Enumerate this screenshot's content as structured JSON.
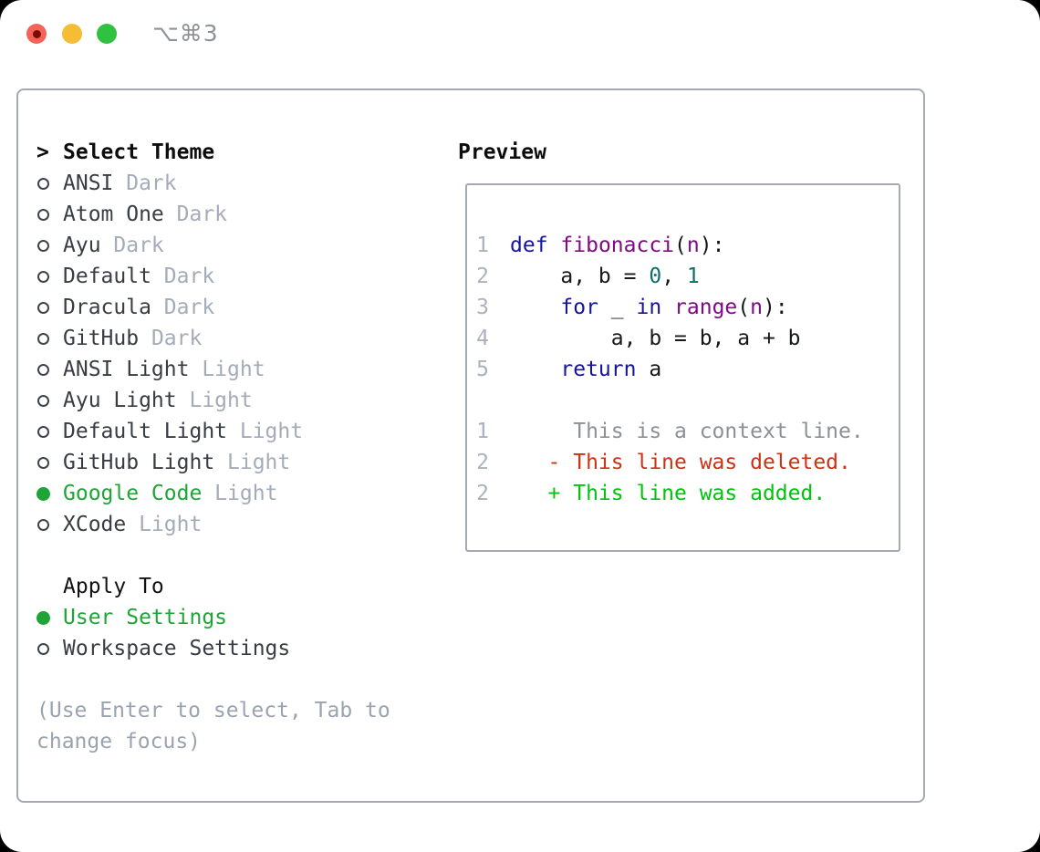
{
  "window": {
    "title": "⌥⌘3"
  },
  "theme_picker": {
    "header": {
      "marker": ">",
      "label": "Select Theme"
    },
    "items": [
      {
        "label": "ANSI",
        "tag": "Dark",
        "selected": false
      },
      {
        "label": "Atom One",
        "tag": "Dark",
        "selected": false
      },
      {
        "label": "Ayu",
        "tag": "Dark",
        "selected": false
      },
      {
        "label": "Default",
        "tag": "Dark",
        "selected": false
      },
      {
        "label": "Dracula",
        "tag": "Dark",
        "selected": false
      },
      {
        "label": "GitHub",
        "tag": "Dark",
        "selected": false
      },
      {
        "label": "ANSI Light",
        "tag": "Light",
        "selected": false
      },
      {
        "label": "Ayu Light",
        "tag": "Light",
        "selected": false
      },
      {
        "label": "Default Light",
        "tag": "Light",
        "selected": false
      },
      {
        "label": "GitHub Light",
        "tag": "Light",
        "selected": false
      },
      {
        "label": "Google Code",
        "tag": "Light",
        "selected": true
      },
      {
        "label": "XCode",
        "tag": "Light",
        "selected": false
      }
    ]
  },
  "apply_to": {
    "header": "Apply To",
    "items": [
      {
        "label": "User Settings",
        "selected": true
      },
      {
        "label": "Workspace Settings",
        "selected": false
      }
    ]
  },
  "help_text": "(Use Enter to select, Tab to change focus)",
  "preview": {
    "header": "Preview",
    "code_lines": [
      {
        "num": "1",
        "tokens": [
          {
            "t": "def",
            "c": "kw"
          },
          {
            "t": " ",
            "c": "pl"
          },
          {
            "t": "fibonacci",
            "c": "fn"
          },
          {
            "t": "(",
            "c": "pl"
          },
          {
            "t": "n",
            "c": "fn"
          },
          {
            "t": "):",
            "c": "pl"
          }
        ]
      },
      {
        "num": "2",
        "tokens": [
          {
            "t": "    a, b = ",
            "c": "pl"
          },
          {
            "t": "0",
            "c": "lit"
          },
          {
            "t": ", ",
            "c": "pl"
          },
          {
            "t": "1",
            "c": "lit"
          }
        ]
      },
      {
        "num": "3",
        "tokens": [
          {
            "t": "    ",
            "c": "pl"
          },
          {
            "t": "for",
            "c": "kw"
          },
          {
            "t": " _ ",
            "c": "pl"
          },
          {
            "t": "in",
            "c": "kw"
          },
          {
            "t": " ",
            "c": "pl"
          },
          {
            "t": "range",
            "c": "fn"
          },
          {
            "t": "(",
            "c": "pl"
          },
          {
            "t": "n",
            "c": "fn"
          },
          {
            "t": "):",
            "c": "pl"
          }
        ]
      },
      {
        "num": "4",
        "tokens": [
          {
            "t": "        a, b = b, a + b",
            "c": "pl"
          }
        ]
      },
      {
        "num": "5",
        "tokens": [
          {
            "t": "    ",
            "c": "pl"
          },
          {
            "t": "return",
            "c": "kw"
          },
          {
            "t": " a",
            "c": "pl"
          }
        ]
      }
    ],
    "diff_lines": [
      {
        "num": "1",
        "tokens": [
          {
            "t": "     This is a context line.",
            "c": "ctx"
          }
        ]
      },
      {
        "num": "2",
        "tokens": [
          {
            "t": "   - This line was deleted.",
            "c": "del"
          }
        ]
      },
      {
        "num": "2",
        "tokens": [
          {
            "t": "   + This line was added.",
            "c": "add"
          }
        ]
      }
    ]
  },
  "colors": {
    "selection_green": "#1ea437",
    "added_green": "#00c30d",
    "deleted_red": "#cc3314",
    "keyword_blue": "#15159b",
    "function_purple": "#7d0b81",
    "literal_teal": "#0d6e6e",
    "context_gray": "#8d9196",
    "panel_border": "#a3aab4",
    "traffic_red": "#f4635a",
    "traffic_yellow": "#f7bc35",
    "traffic_green": "#30c140"
  }
}
